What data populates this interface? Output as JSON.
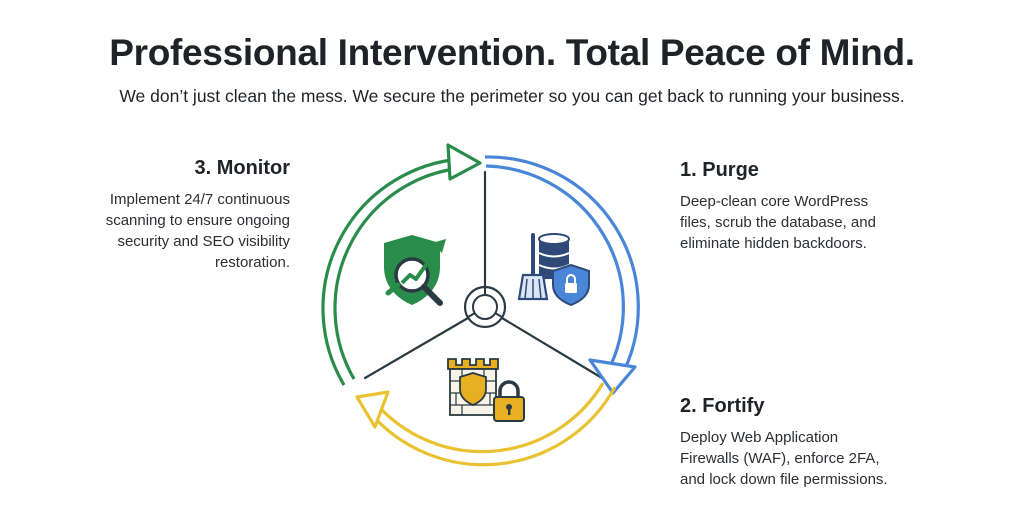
{
  "header": {
    "title": "Professional Intervention. Total Peace of Mind.",
    "subtitle": "We don’t just clean the mess. We secure the perimeter so you can get back to running your business."
  },
  "steps": {
    "purge": {
      "title": "1. Purge",
      "lines": [
        "Deep-clean core WordPress",
        "files, scrub the database, and",
        "eliminate hidden backdoors."
      ]
    },
    "fortify": {
      "title": "2. Fortify",
      "lines": [
        "Deploy Web Application",
        "Firewalls (WAF), enforce 2FA,",
        "and lock down file permissions."
      ]
    },
    "monitor": {
      "title": "3. Monitor",
      "lines": [
        "Implement 24/7 continuous",
        "scanning to ensure ongoing",
        "security and SEO visibility",
        "restoration."
      ]
    }
  },
  "colors": {
    "blue": "#4a86d8",
    "yellow": "#e9c232",
    "green": "#2a8c4a",
    "dark": "#2b3a42",
    "navy": "#2f4a78",
    "gold": "#e6b020"
  },
  "icons": {
    "purge": "database-broom-shield-icon",
    "fortify": "castle-shield-lock-icon",
    "monitor": "shield-magnifier-chart-icon",
    "center": "cycle-hub-icon"
  }
}
